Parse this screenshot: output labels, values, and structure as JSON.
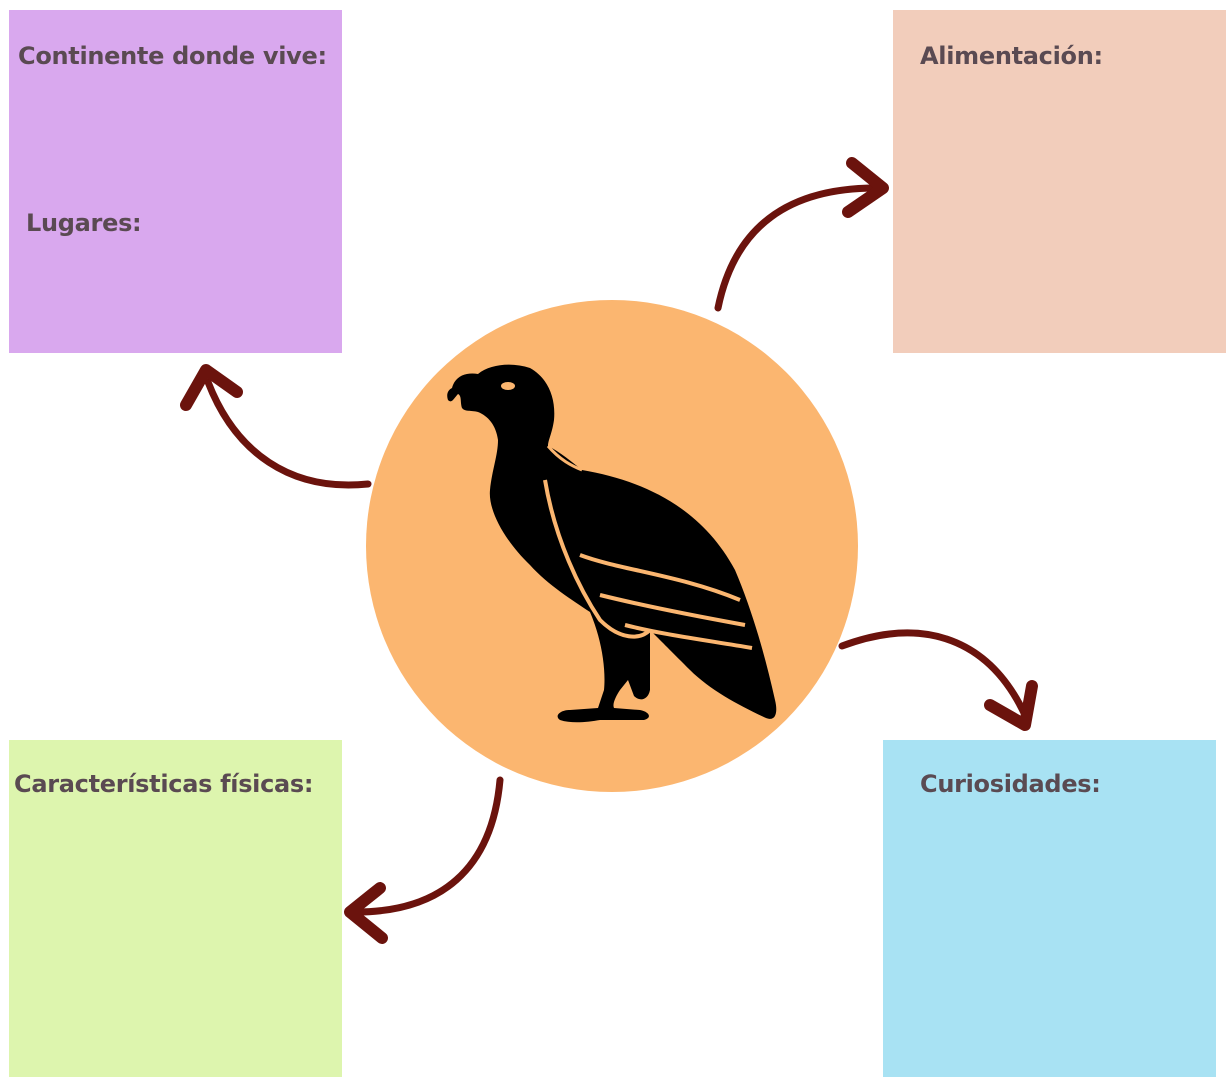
{
  "center": {
    "circle_color": "#fbb670",
    "icon": "vulture-icon",
    "icon_color": "#000000"
  },
  "arrow_color": "#6b130d",
  "boxes": {
    "continent": {
      "color": "#d9a8ee",
      "label": "Continente donde vive:",
      "sublabel": "Lugares:"
    },
    "food": {
      "color": "#f2cdbb",
      "label": "Alimentación:"
    },
    "physical": {
      "color": "#ddf5ae",
      "label": "Características físicas:"
    },
    "trivia": {
      "color": "#a8e2f3",
      "label": "Curiosidades:"
    }
  }
}
